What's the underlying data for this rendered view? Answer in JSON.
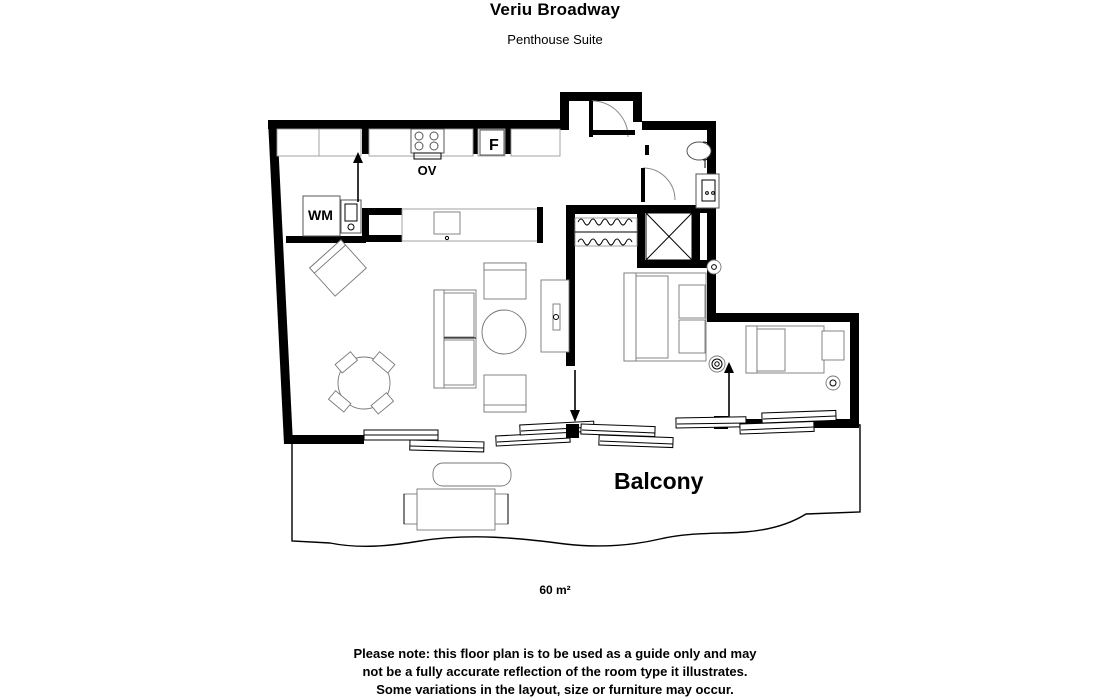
{
  "header": {
    "title": "Veriu Broadway",
    "subtitle": "Penthouse Suite"
  },
  "plan": {
    "area_label": "60 m²",
    "room_labels": {
      "balcony": "Balcony"
    },
    "appliance_labels": {
      "oven": "OV",
      "fridge": "F",
      "washing_machine": "WM"
    }
  },
  "footer": {
    "disclaimer_line1": "Please note: this floor plan is to be used as a guide only and may",
    "disclaimer_line2": "not be a fully accurate reflection of the room type it illustrates.",
    "disclaimer_line3": "Some variations in the layout, size or furniture may occur."
  },
  "colors": {
    "wall": "#000000",
    "furniture_outline": "#555555",
    "background": "#ffffff",
    "text": "#000000"
  }
}
